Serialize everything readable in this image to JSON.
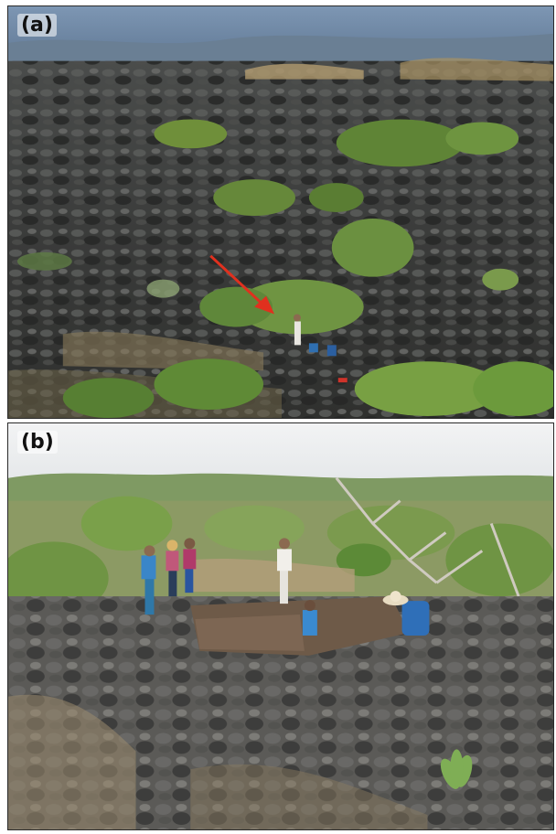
{
  "panels": [
    {
      "label": "(a)",
      "description_name": "lava-field-overview"
    },
    {
      "label": "(b)",
      "description_name": "excavation-site"
    }
  ],
  "colors": {
    "arrow": "#e0301e",
    "lava_dark": "#2e2f2e",
    "vegetation": "#6f8f3a",
    "sky": "#e9ecef"
  },
  "icons": [
    "red-arrow-pointer"
  ]
}
